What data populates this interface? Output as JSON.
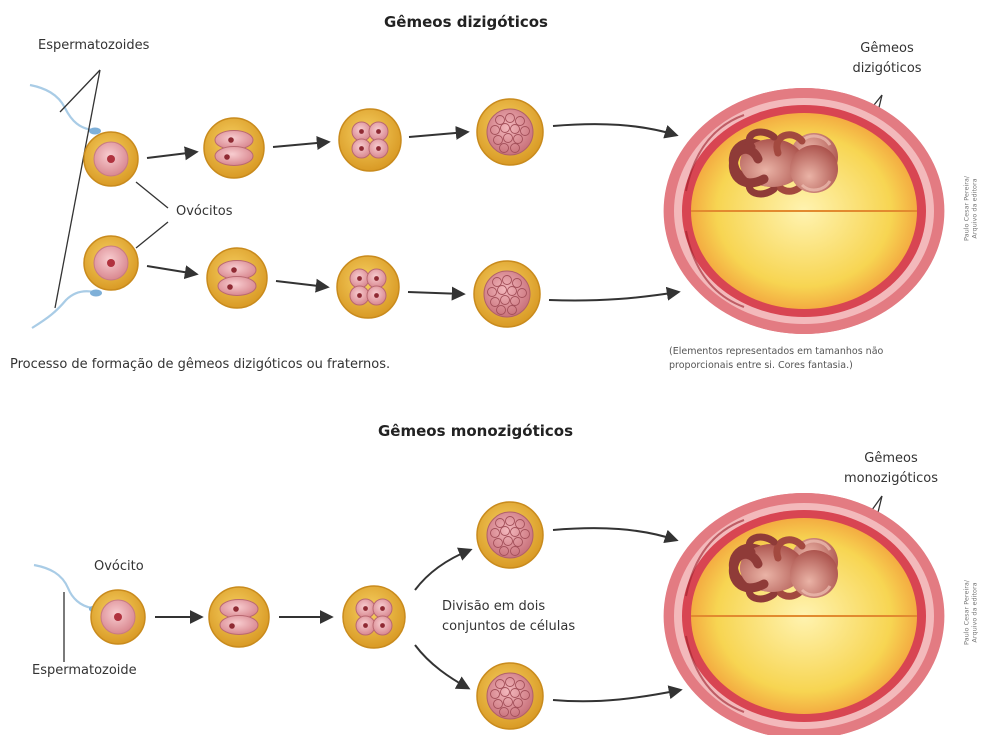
{
  "dizygotic": {
    "title": "Gêmeos dizigóticos",
    "sperm_label": "Espermatozoides",
    "oocyte_label": "Ovócitos",
    "twins_label_1": "Gêmeos",
    "twins_label_2": "dizigóticos",
    "caption": "Processo de formação de gêmeos dizigóticos ou fraternos.",
    "note_1": "(Elementos representados em tamanhos não",
    "note_2": "proporcionais entre si. Cores fantasia.)"
  },
  "monozygotic": {
    "title": "Gêmeos monozigóticos",
    "oocyte_label": "Ovócito",
    "sperm_label": "Espermatozoide",
    "division_label_1": "Divisão em dois",
    "division_label_2": "conjuntos de células",
    "twins_label_1": "Gêmeos",
    "twins_label_2": "monozigóticos"
  },
  "credit": {
    "line_1": "Paulo Cesar Pereira/",
    "line_2": "Arquivo da editora"
  },
  "colors": {
    "zona": "#e9b33a",
    "zona_edge": "#c98b1d",
    "cell": "#e8a6ac",
    "nucleus": "#b0323e",
    "uterus": "#d9535c",
    "uterus_light": "#f0a4a8",
    "amniotic": "#f7d55a",
    "fetus": "#c8665c",
    "arrow": "#333333",
    "sperm": "#9ec3e0"
  }
}
